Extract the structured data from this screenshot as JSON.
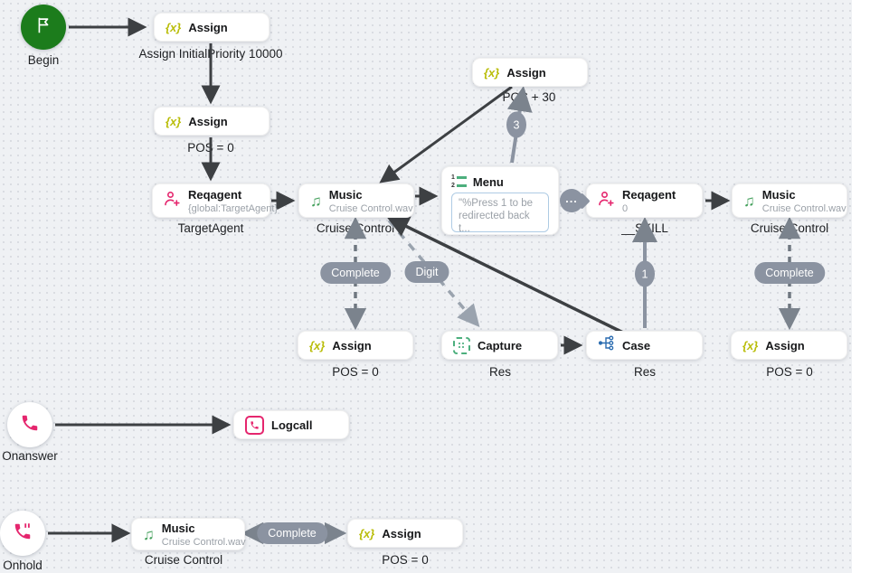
{
  "flow": {
    "begin": {
      "label": "Begin"
    },
    "onanswer": {
      "label": "Onanswer"
    },
    "onhold": {
      "label": "Onhold"
    },
    "nodes": {
      "assign_initial": {
        "title": "Assign",
        "caption": "Assign InitialPriority 10000"
      },
      "assign_pos_main": {
        "title": "Assign",
        "caption": "POS = 0"
      },
      "reqagent_target": {
        "title": "Reqagent",
        "subtitle": "{global:TargetAgent}",
        "caption": "TargetAgent"
      },
      "music_main": {
        "title": "Music",
        "subtitle": "Cruise Control.wav",
        "caption": "Cruise Control"
      },
      "menu": {
        "title": "Menu",
        "prompt": "\"%Press 1 to be redirected back t..."
      },
      "assign_pos30": {
        "title": "Assign",
        "caption": "POS + 30"
      },
      "reqagent_skill": {
        "title": "Reqagent",
        "subtitle": "0",
        "caption": "__SKILL"
      },
      "music_skill": {
        "title": "Music",
        "subtitle": "Cruise Control.wav",
        "caption": "Cruise Control"
      },
      "assign_pos_loop": {
        "title": "Assign",
        "caption": "POS = 0"
      },
      "capture_res": {
        "title": "Capture",
        "caption": "Res"
      },
      "case_res": {
        "title": "Case",
        "caption": "Res"
      },
      "assign_pos_right": {
        "title": "Assign",
        "caption": "POS = 0"
      },
      "logcall": {
        "title": "Logcall"
      },
      "music_onhold": {
        "title": "Music",
        "subtitle": "Cruise Control.wav",
        "caption": "Cruise Control"
      },
      "assign_pos_onhold": {
        "title": "Assign",
        "caption": "POS = 0"
      }
    },
    "edge_labels": {
      "complete_main": "Complete",
      "digit": "Digit",
      "menu_branch_3": "3",
      "case_branch_1": "1",
      "complete_skill": "Complete",
      "complete_onhold": "Complete",
      "menu_collapsed": "..."
    },
    "icons": {
      "assign_glyph": "{x}",
      "music_glyph": "♫"
    }
  },
  "colors": {
    "background": "#eff1f4",
    "begin_green": "#1c7c1c",
    "pink_accent": "#e5266e",
    "music_green": "#44a05c",
    "assign_yellow": "#b9bd0a",
    "case_blue": "#2b6cb0",
    "badge_gray": "#8b93a1",
    "arrow_dark": "#3d4043"
  }
}
